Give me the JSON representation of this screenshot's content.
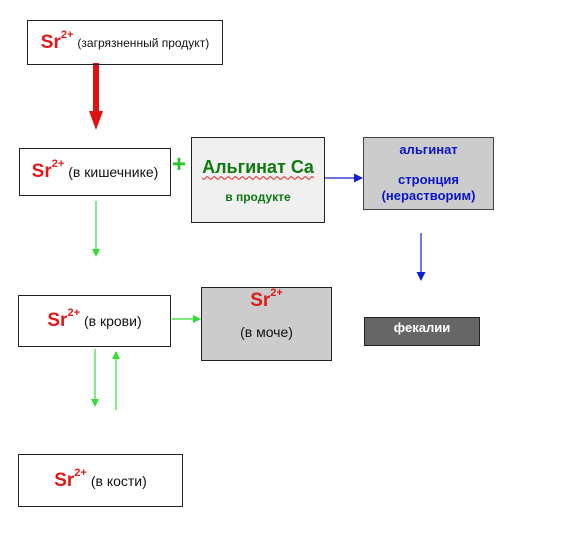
{
  "colors": {
    "sr_red": "#e01818",
    "green_arrow": "#33dd33",
    "blue_arrow": "#1020d0",
    "red_arrow": "#e01010",
    "alginate_green": "#0e7a0e",
    "box_grey": "#cccccc",
    "box_light": "#f0f0f0",
    "feces_dark": "#666666"
  },
  "nodes": {
    "product": {
      "symbol": "Sr",
      "charge": "2+",
      "desc": "(загрязненный продукт)"
    },
    "intestine": {
      "symbol": "Sr",
      "charge": "2+",
      "desc": "(в кишечнике)"
    },
    "plus_sign": "+",
    "alginate_ca": {
      "title": "Альгинат Ca",
      "subtitle": "в продукте"
    },
    "sr_alginate": {
      "line1": "альгинат",
      "line2": "стронция",
      "line3": "(нерастворим)"
    },
    "feces": {
      "label": "фекалии"
    },
    "blood": {
      "symbol": "Sr",
      "charge": "2+",
      "desc": "(в крови)"
    },
    "urine": {
      "symbol": "Sr",
      "charge": "2+",
      "desc": "(в моче)"
    },
    "bone": {
      "symbol": "Sr",
      "charge": "2+",
      "desc": "(в кости)"
    }
  }
}
